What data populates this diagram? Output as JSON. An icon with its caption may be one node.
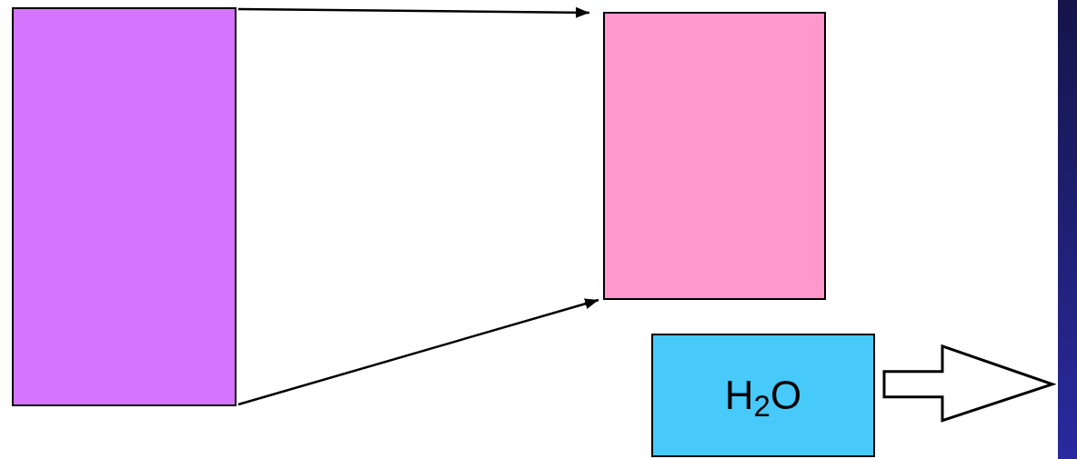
{
  "diagram": {
    "nodes": [
      {
        "text": [],
        "shape": "box"
      },
      {
        "text": [],
        "shape": "box"
      },
      {
        "text": [
          "H$_{2}$O"
        ]
      },
      {
        "text": [],
        "shape": "bar"
      }
    ],
    "edges": [
      {
        "from": 0,
        "to": 1,
        "arrow": "to"
      },
      {
        "from": 0,
        "to": 1,
        "arrow": "to"
      },
      {
        "from": 2,
        "to": 3,
        "arrow": "to",
        "style": "thick"
      }
    ]
  }
}
